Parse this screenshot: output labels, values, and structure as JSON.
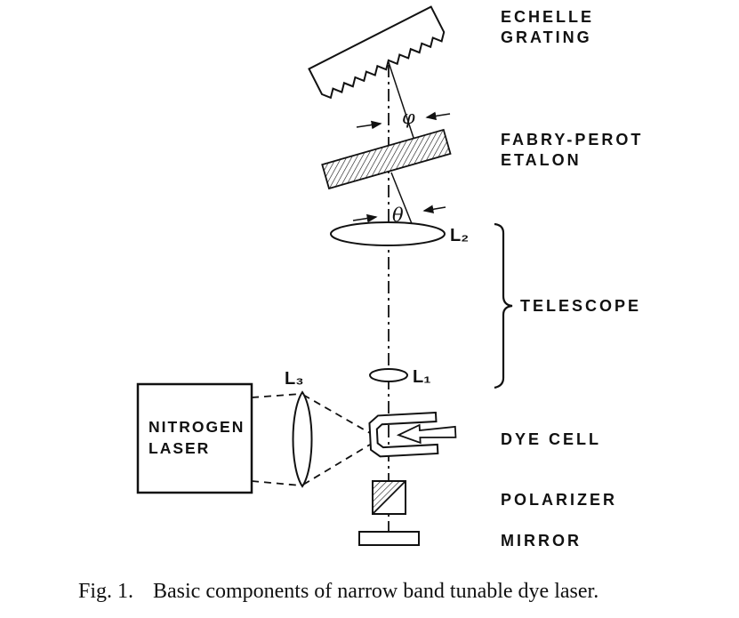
{
  "figure": {
    "caption": {
      "prefix": "Fig. 1.",
      "text": "Basic components of narrow band tunable dye laser."
    },
    "labels": {
      "echelle_line1": "ECHELLE",
      "echelle_line2": "GRATING",
      "etalon_line1": "FABRY-PEROT",
      "etalon_line2": "ETALON",
      "telescope": "TELESCOPE",
      "dye_cell": "DYE CELL",
      "polarizer": "POLARIZER",
      "mirror": "MIRROR",
      "laser_line1": "NITROGEN",
      "laser_line2": "LASER",
      "lens2": "L₂",
      "lens1": "L₁",
      "lens3": "L₃",
      "angle_phi": "φ",
      "angle_theta": "θ"
    },
    "colors": {
      "ink": "#111111",
      "paper": "#ffffff"
    }
  }
}
